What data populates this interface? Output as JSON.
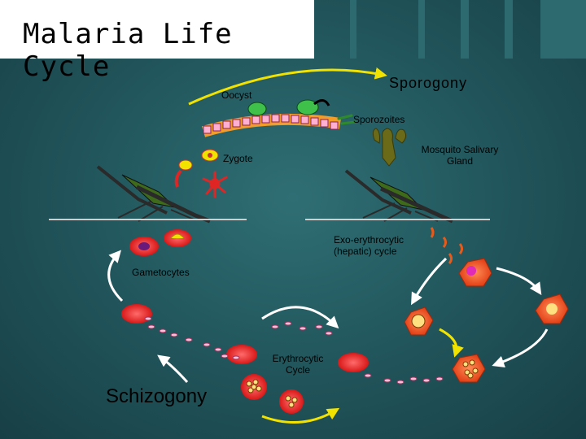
{
  "title": "Malaria Life Cycle",
  "labels": {
    "sporogony": "Sporogony",
    "oocyst": "Oocyst",
    "sporozoites": "Sporozoites",
    "mosquito_salivary_gland": "Mosquito Salivary Gland",
    "zygote": "Zygote",
    "gametocytes": "Gametocytes",
    "exo_erythrocytic": "Exo-erythrocytic (hepatic) cycle",
    "erythrocytic": "Erythrocytic Cycle",
    "schizogony": "Schizogony"
  },
  "colors": {
    "background": "#22585e",
    "rbc": "#e02525",
    "liver_cell": "#e85a1a",
    "arrow": "#ffffff",
    "parasite_yellow": "#f2e200",
    "parasite_magenta": "#e02ab8"
  }
}
